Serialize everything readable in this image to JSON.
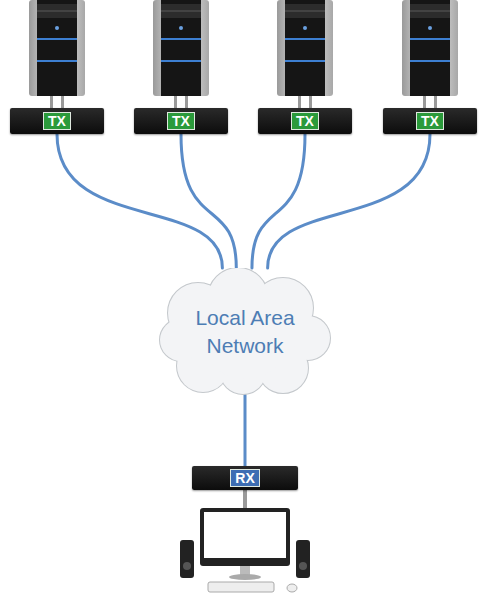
{
  "diagram": {
    "nodes": [
      {
        "text": [
          "TX"
        ]
      },
      {
        "text": [
          "TX"
        ]
      },
      {
        "text": [
          "TX"
        ]
      },
      {
        "text": [
          "TX"
        ]
      },
      {
        "text": [
          "Local Area Network"
        ]
      },
      {
        "text": [
          "RX"
        ]
      }
    ],
    "edges": [
      {
        "from": 0,
        "to": 4,
        "arrow": "none"
      },
      {
        "from": 1,
        "to": 4,
        "arrow": "none"
      },
      {
        "from": 2,
        "to": 4,
        "arrow": "none"
      },
      {
        "from": 3,
        "to": 4,
        "arrow": "none"
      },
      {
        "from": 4,
        "to": 5,
        "arrow": "none"
      }
    ]
  }
}
